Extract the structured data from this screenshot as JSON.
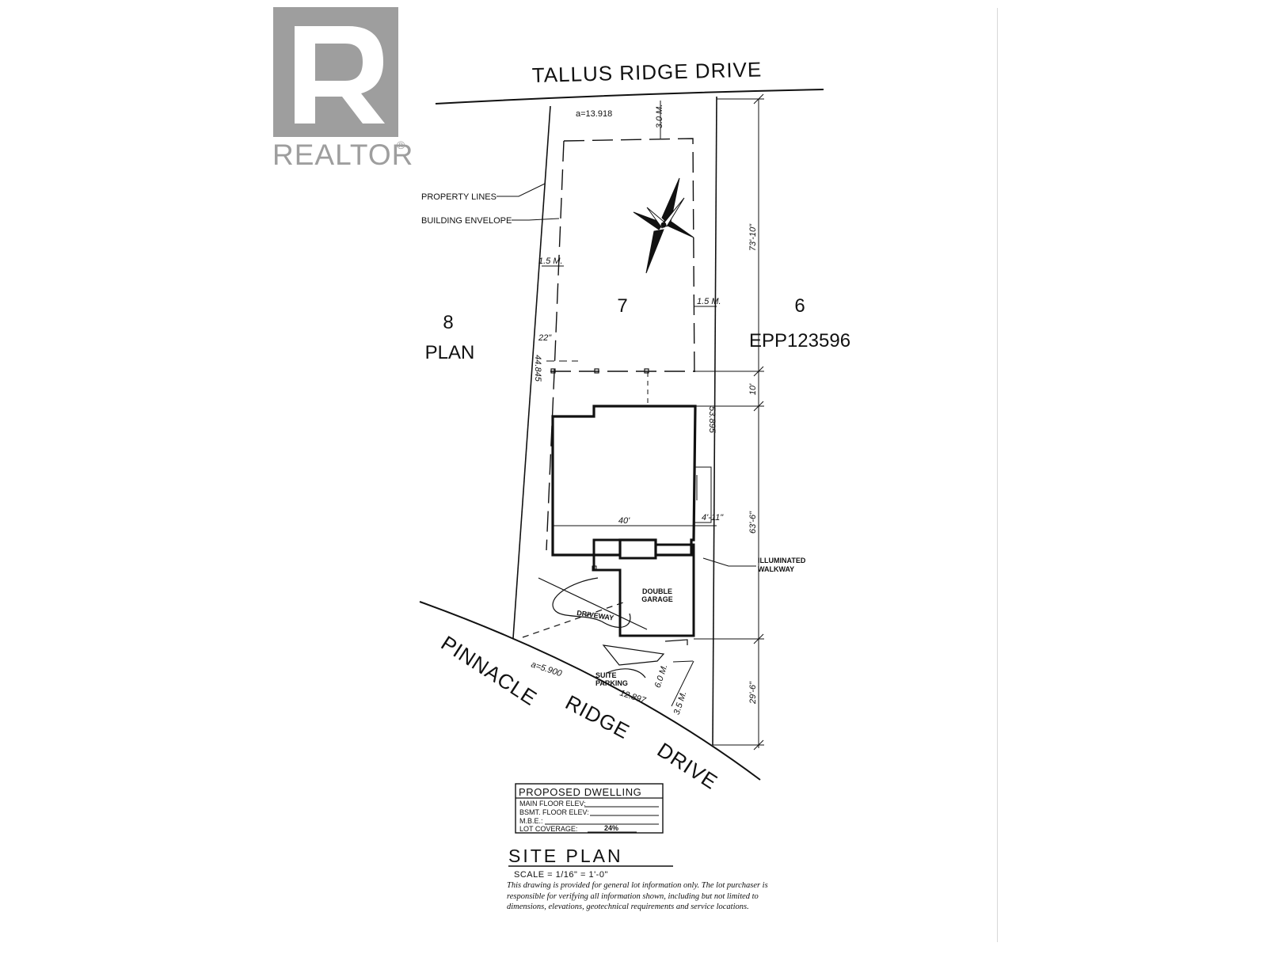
{
  "watermark": {
    "text": "REALTOR",
    "mark": "®",
    "icon": "realtor-r-logo"
  },
  "streets": {
    "north": "TALLUS RIDGE DRIVE",
    "south_words": [
      "PINNACLE",
      "RIDGE",
      "DRIVE"
    ]
  },
  "lots": {
    "subject": "7",
    "west_number": "8",
    "west_label": "PLAN",
    "east_number": "6",
    "east_label": "EPP123596"
  },
  "callouts": {
    "property_lines": "PROPERTY LINES",
    "building_envelope": "BUILDING ENVELOPE",
    "illuminated_walkway": [
      "ILLUMINATED",
      "WALKWAY"
    ],
    "double_garage": [
      "DOUBLE",
      "GARAGE"
    ],
    "driveway": "DRIVEWAY",
    "suite_parking": [
      "SUITE",
      "PARKING"
    ]
  },
  "dimensions": {
    "arc_north": "a=13.918",
    "front_setback": "3.0 M.",
    "west_setback": "1.5 M.",
    "east_setback": "1.5 M.",
    "west_side_length": "44.845",
    "west_offset": "22\"",
    "east_side_length": "53.895",
    "house_width": "40'",
    "east_gap": "4'-11\"",
    "right_top": "73'-10\"",
    "right_rear": "10'",
    "right_house": "63'-6\"",
    "right_front": "29'-6\"",
    "arc_south": "a=5.900",
    "south_frontage": "12.897",
    "garage_setback": "6.0 M.",
    "front_setback_south": "3.5 M."
  },
  "table": {
    "title": "PROPOSED DWELLING",
    "rows": [
      {
        "label": "MAIN FLOOR ELEV:",
        "value": ""
      },
      {
        "label": "BSMT. FLOOR ELEV:",
        "value": ""
      },
      {
        "label": "M.B.E.:",
        "value": ""
      },
      {
        "label": "LOT COVERAGE:",
        "value": "24%"
      }
    ]
  },
  "site_plan": {
    "title": "SITE PLAN",
    "scale": "SCALE = 1/16\" = 1'-0\""
  },
  "disclaimer": "This drawing is provided for general lot information only.  The lot purchaser is responsible for verifying all information shown, including but not limited to dimensions, elevations, geotechnical requirements and service locations."
}
